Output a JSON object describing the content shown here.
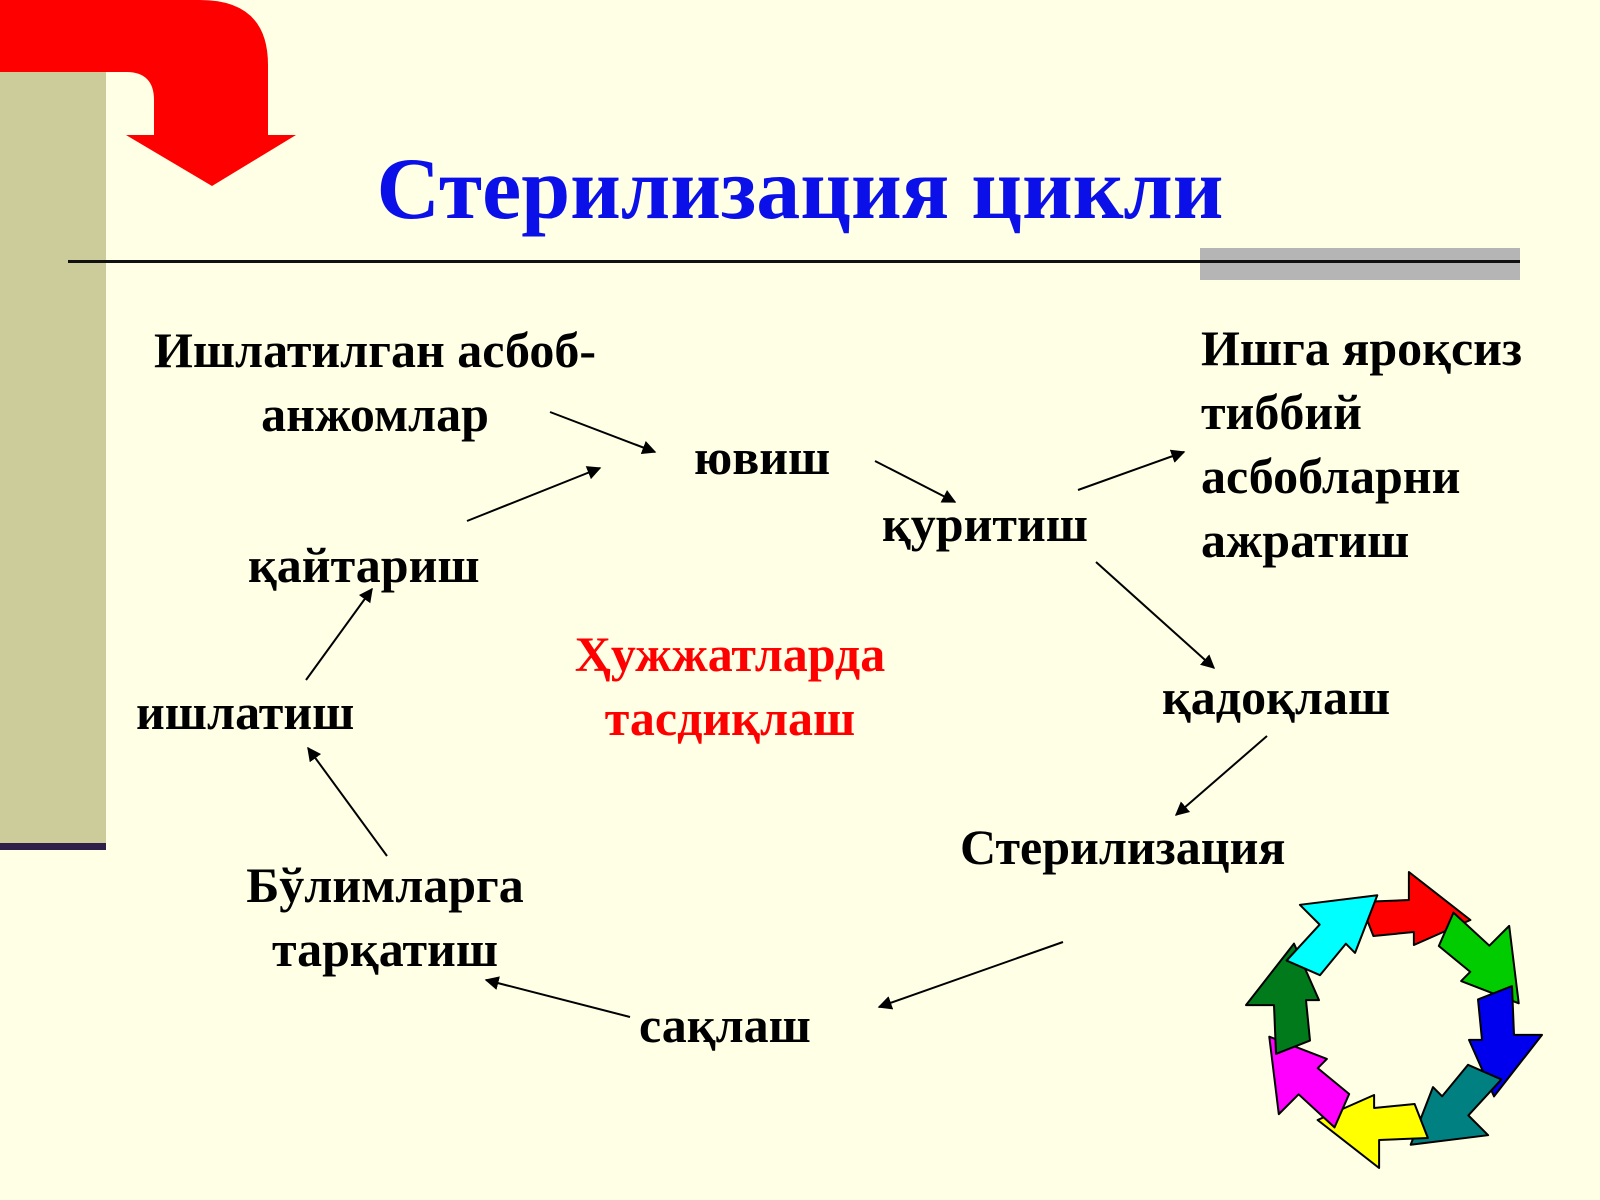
{
  "title": "Стерилизация цикли",
  "colors": {
    "background": "#ffffe6",
    "title": "#0b10e8",
    "accent_red": "#ff0000",
    "sidebar": "#cccc9a"
  },
  "nodes": {
    "used_instruments": {
      "line1": "Ишлатилган асбоб-",
      "line2": "анжомлар"
    },
    "washing": "ювиш",
    "drying": "қуритиш",
    "separate_unusable": {
      "line1": "Ишга яроқсиз",
      "line2": "тиббий",
      "line3": "асбобларни",
      "line4": "ажратиш"
    },
    "packaging": "қадоқлаш",
    "sterilization": "Стерилизация",
    "storage": "сақлаш",
    "distribution": {
      "line1": "Бўлимларга",
      "line2": "тарқатиш"
    },
    "usage": "ишлатиш",
    "return": "қайтариш"
  },
  "center_note": {
    "line1": "Ҳужжатларда",
    "line2": "тасдиқлаш"
  },
  "icons": {
    "corner": "curved-down-arrow-icon",
    "cycle": "cycle-arrows-icon"
  }
}
